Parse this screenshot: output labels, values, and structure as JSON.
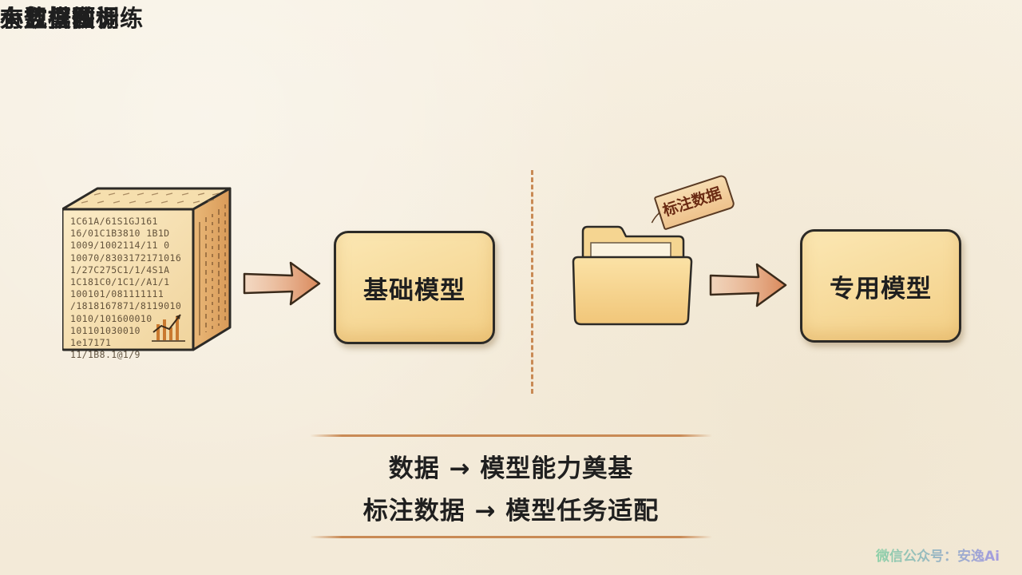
{
  "diagram": {
    "big_data_label": "大数据块",
    "pretrain_label": "大规模预训练",
    "base_model_label": "基础模型",
    "small_data_label": "小数据图标",
    "tag_label": "标注数据",
    "sft_label": "有监督微调",
    "special_model_label": "专用模型"
  },
  "summary": {
    "line1": "数据 → 模型能力奠基",
    "line2": "标注数据 → 模型任务适配"
  },
  "watermark": "微信公众号：安逸Ai",
  "colors": {
    "background": "#f6efe0",
    "box_fill": "#f3cf86",
    "arrow": "#d9885a",
    "divider": "#c98a55",
    "tag_text": "#6a2a12"
  }
}
